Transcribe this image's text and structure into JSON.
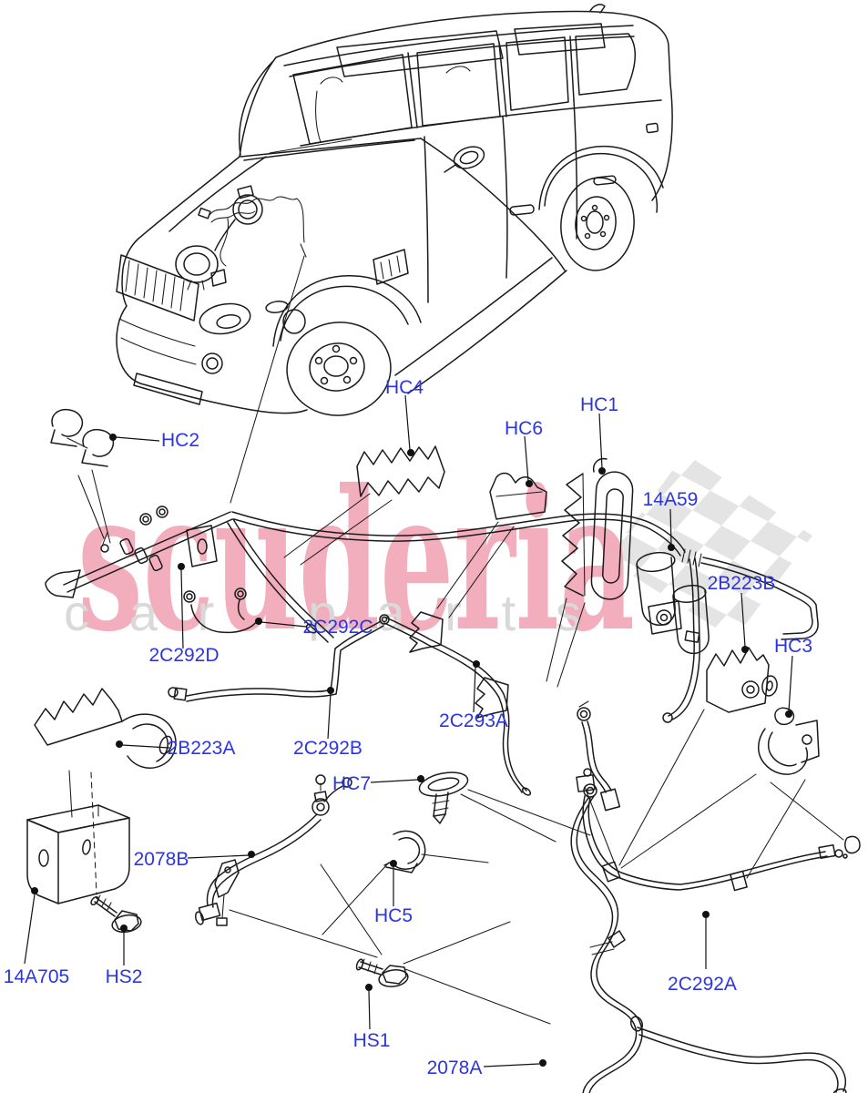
{
  "watermark": {
    "brand": "scuderia",
    "subtext": "car parts",
    "brand_color": "#f2aebc",
    "subtext_color": "#d9d9d9",
    "checker_color": "#e4e4e4"
  },
  "label_color": "#2c35e3",
  "line_color": "#1b1b1b",
  "labels": {
    "hc2": "HC2",
    "hc4": "HC4",
    "hc6": "HC6",
    "hc1": "HC1",
    "p14a59": "14A59",
    "p2b223b": "2B223B",
    "hc3": "HC3",
    "p2c292c": "2C292C",
    "p2c292d": "2C292D",
    "p2b223a": "2B223A",
    "p2c292b": "2C292B",
    "p2c293a": "2C293A",
    "hc7": "HC7",
    "p2078b": "2078B",
    "hc5": "HC5",
    "p14a705": "14A705",
    "hs2": "HS2",
    "hs1": "HS1",
    "p2078a": "2078A",
    "p2c292a": "2C292A"
  }
}
